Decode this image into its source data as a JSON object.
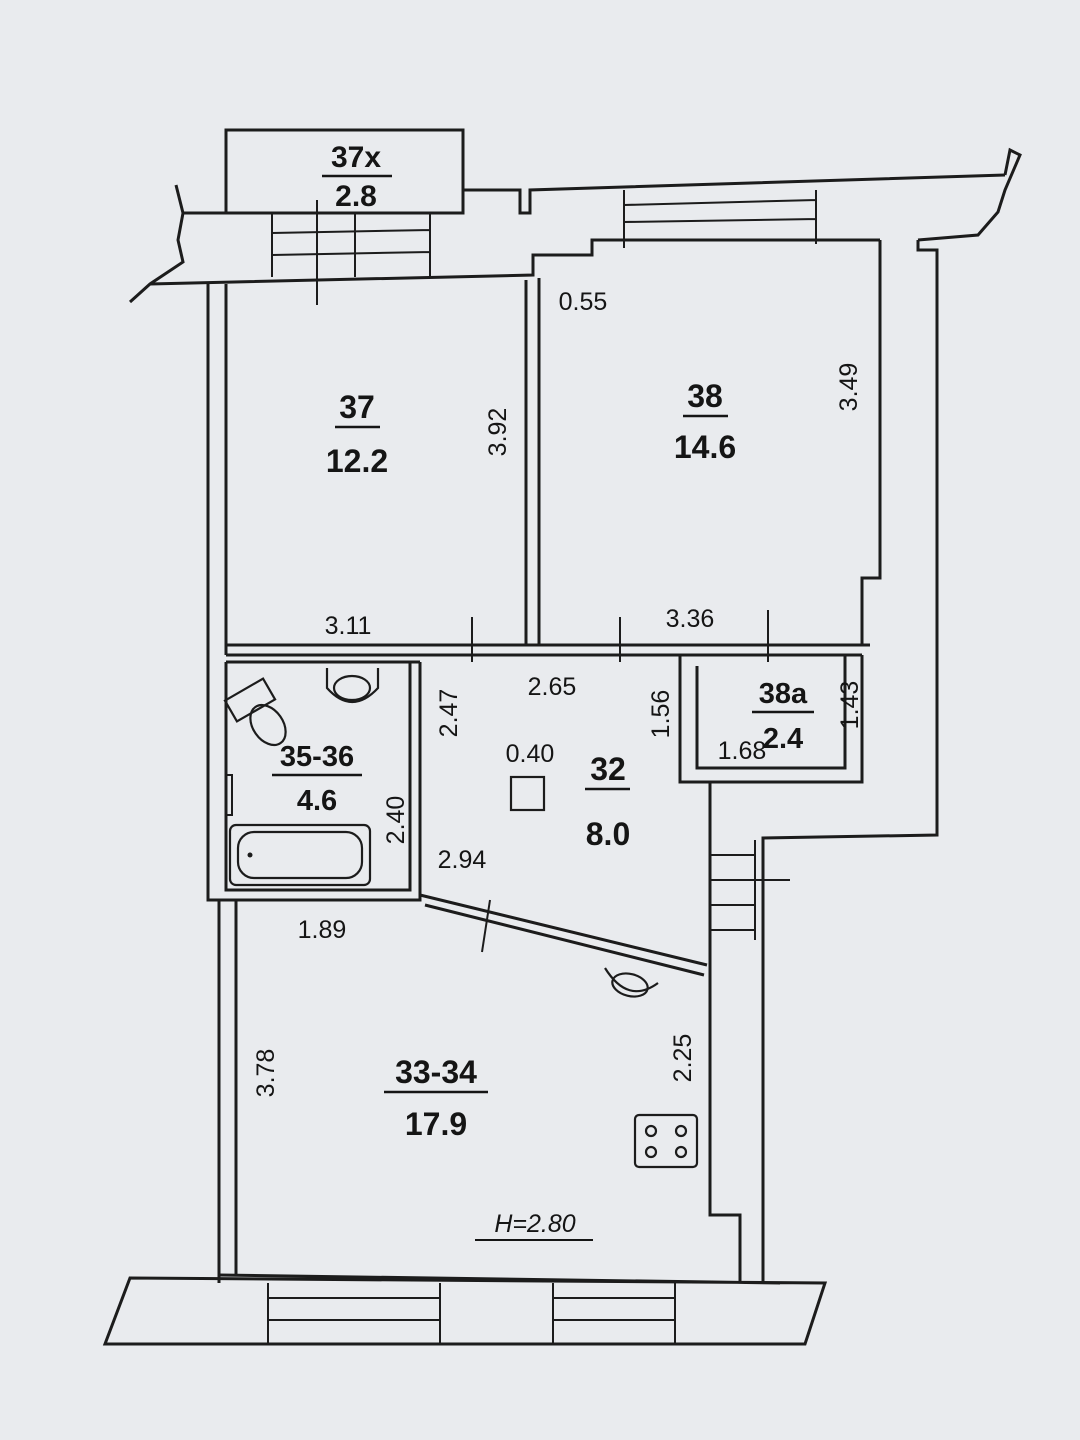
{
  "rooms": {
    "balcony": {
      "number": "37х",
      "area": "2.8"
    },
    "r37": {
      "number": "37",
      "area": "12.2"
    },
    "r38": {
      "number": "38",
      "area": "14.6"
    },
    "r38a": {
      "number": "38а",
      "area": "2.4"
    },
    "bath": {
      "number": "35-36",
      "area": "4.6"
    },
    "hall": {
      "number": "32",
      "area": "8.0"
    },
    "kitchen": {
      "number": "33-34",
      "area": "17.9"
    }
  },
  "dimensions": {
    "d055": "0.55",
    "d392": "3.92",
    "d349": "3.49",
    "d311": "3.11",
    "d336": "3.36",
    "d265": "2.65",
    "d247": "2.47",
    "d156": "1.56",
    "d143": "1.43",
    "d168": "1.68",
    "d040": "0.40",
    "d240": "2.40",
    "d294": "2.94",
    "d189": "1.89",
    "d378": "3.78",
    "d225": "2.25"
  },
  "ceiling_height": "H=2.80"
}
